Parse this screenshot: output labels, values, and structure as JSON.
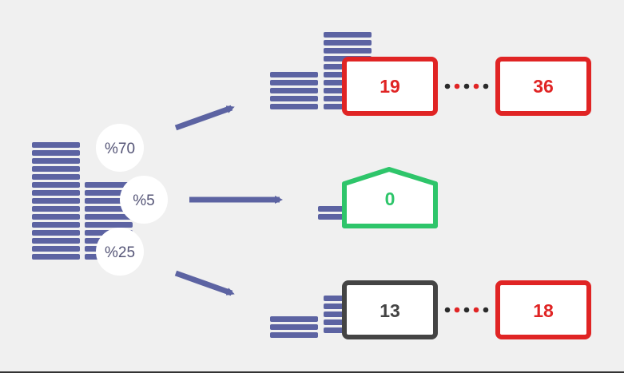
{
  "colors": {
    "background": "#f0f0f0",
    "chips": "#5c63a2",
    "arrow": "#5c63a2",
    "red": "#e02424",
    "green": "#2ec56a",
    "dark": "#444444",
    "dot_red": "#e02424",
    "dot_dark": "#2a2a2a"
  },
  "percentages": {
    "top": "%70",
    "middle": "%5",
    "bottom": "%25"
  },
  "outcomes": {
    "top": {
      "start": "19",
      "end": "36"
    },
    "middle": {
      "value": "0"
    },
    "bottom": {
      "start": "13",
      "end": "18"
    }
  },
  "icons": [
    "chip-stack-icon",
    "right-arrow-icon",
    "pocket-icon",
    "ellipsis-dots-icon"
  ]
}
